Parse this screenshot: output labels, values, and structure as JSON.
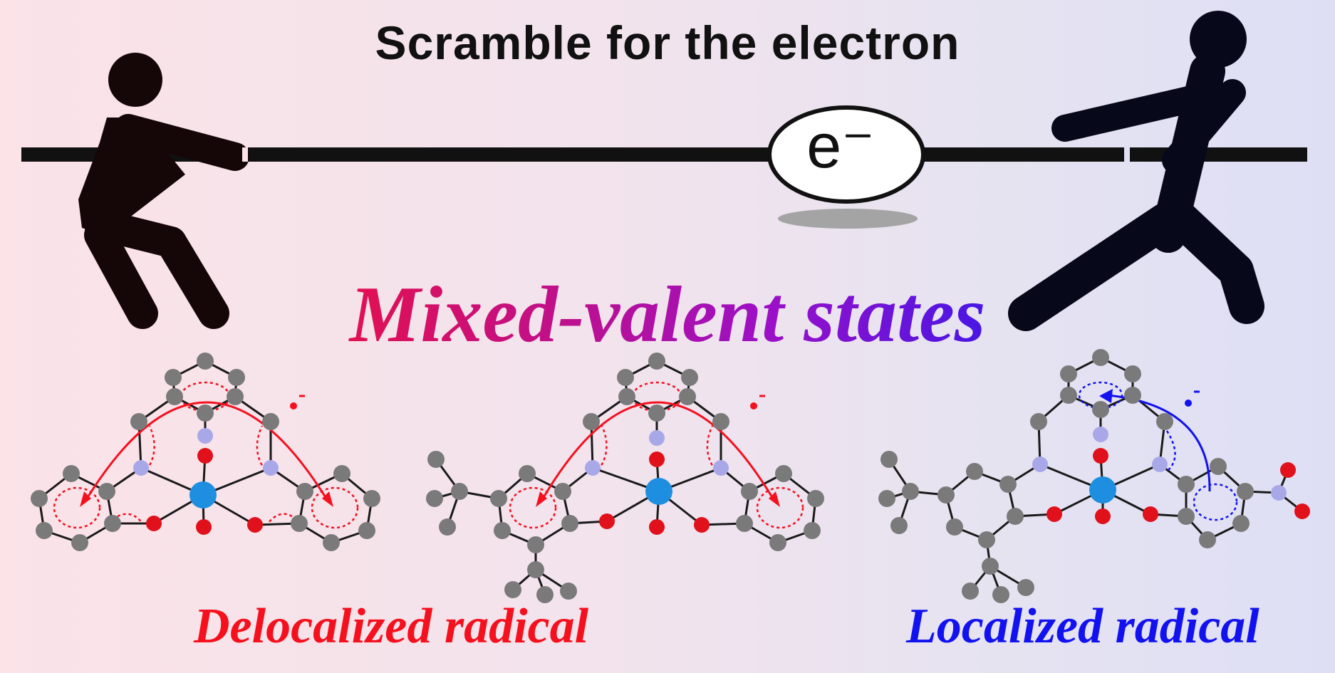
{
  "title": "Scramble for the electron",
  "electron_label": "e⁻",
  "headline": "Mixed-valent states",
  "captions": {
    "left": "Delocalized radical",
    "right": "Localized radical"
  },
  "colors": {
    "delocalized": "#f5101e",
    "localized": "#1212f0",
    "metal": "#1e8fe0",
    "oxygen": "#e0111b",
    "nitrogen": "#a8a8e8",
    "carbon": "#808080"
  },
  "icons": [
    "person-pulling-left-icon",
    "person-pulling-right-icon",
    "electron-icon",
    "radical-dot-icon"
  ]
}
